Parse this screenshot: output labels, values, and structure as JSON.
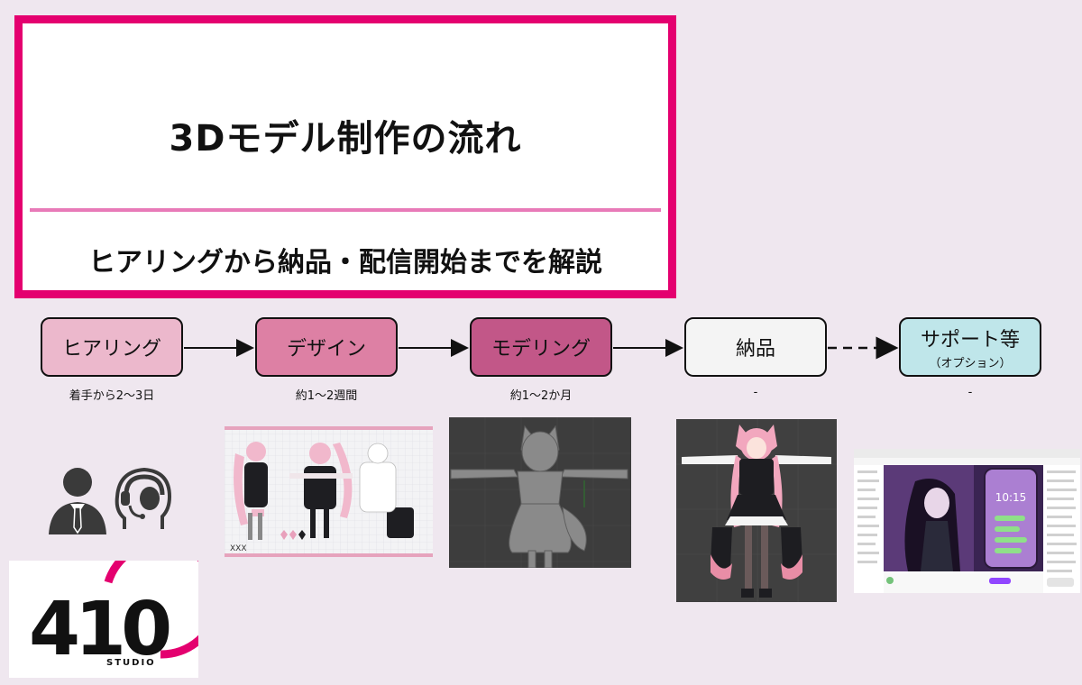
{
  "title": "3Dモデル制作の流れ",
  "subtitle": "ヒアリングから納品・配信開始までを解説",
  "steps": [
    {
      "label": "ヒアリング",
      "duration": "着手から2〜3日",
      "color": "#ecb8cc"
    },
    {
      "label": "デザイン",
      "duration": "約1〜2週間",
      "color": "#dd80a4"
    },
    {
      "label": "モデリング",
      "duration": "約1〜2か月",
      "color": "#c25788"
    },
    {
      "label": "納品",
      "duration": "-",
      "color": "#f4f4f4"
    },
    {
      "label": "サポート等",
      "sub": "（オプション）",
      "duration": "-",
      "color": "#bfe6ea"
    }
  ],
  "icons": [
    "person-icon",
    "headset-icon"
  ],
  "logo": {
    "main": "410",
    "sub": "STUDIO",
    "accent": "#e4006f"
  },
  "stream_ui": {
    "clock": "10:15"
  }
}
